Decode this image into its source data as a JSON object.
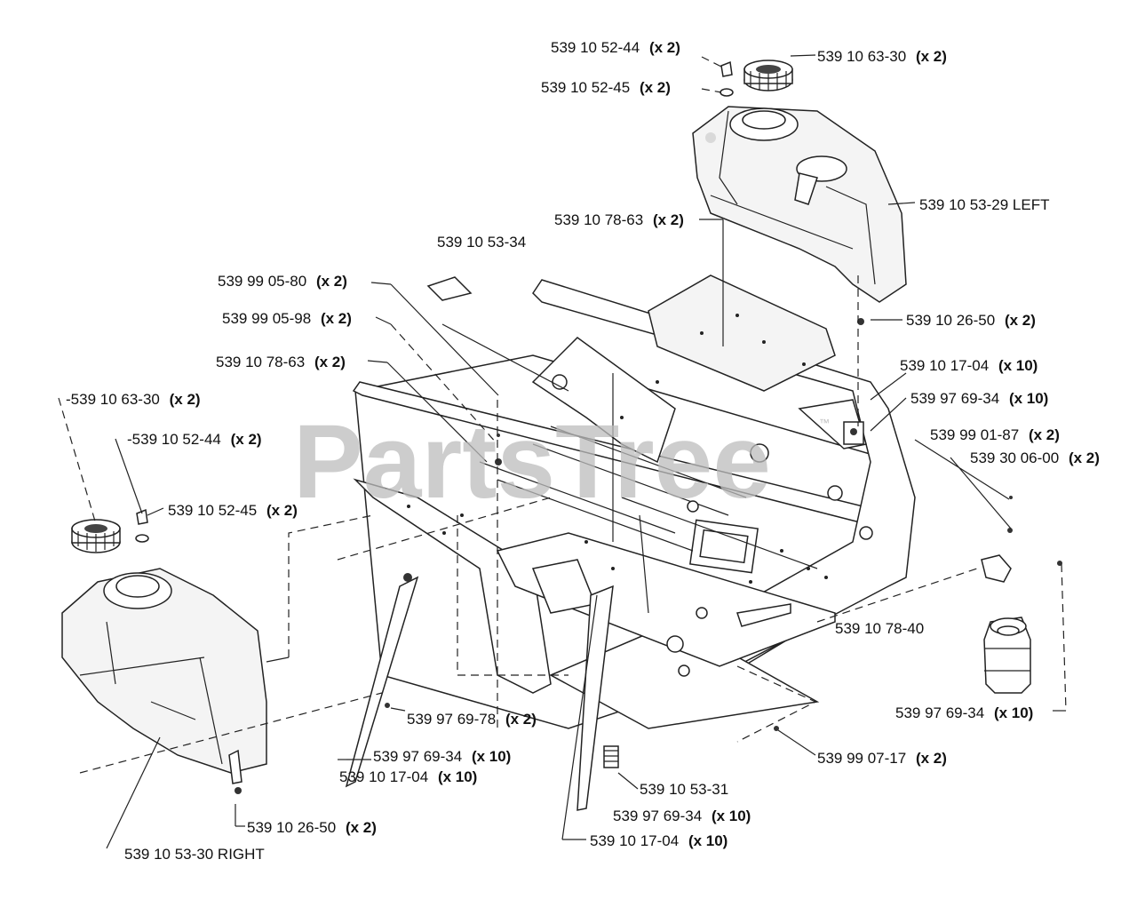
{
  "watermark": {
    "text": "PartsTree",
    "mark": "™"
  },
  "callouts": [
    {
      "id": "c1",
      "part": "539 10 52-44",
      "qty": "(x 2)"
    },
    {
      "id": "c2",
      "part": "539 10 63-30",
      "qty": "(x 2)"
    },
    {
      "id": "c3",
      "part": "539 10 52-45",
      "qty": "(x 2)"
    },
    {
      "id": "c4",
      "part": "539 10 53-29 LEFT",
      "qty": ""
    },
    {
      "id": "c5",
      "part": "539 10 78-63",
      "qty": "(x 2)"
    },
    {
      "id": "c6",
      "part": "539 10 53-34",
      "qty": ""
    },
    {
      "id": "c7",
      "part": "539 99 05-80",
      "qty": "(x 2)"
    },
    {
      "id": "c8",
      "part": "539 10 26-50",
      "qty": "(x 2)"
    },
    {
      "id": "c9",
      "part": "539 99 05-98",
      "qty": "(x 2)"
    },
    {
      "id": "c10",
      "part": "539 10 78-63",
      "qty": "(x 2)"
    },
    {
      "id": "c11",
      "part": "539 10 17-04",
      "qty": "(x 10)"
    },
    {
      "id": "c12",
      "part": "539 97 69-34",
      "qty": "(x 10)"
    },
    {
      "id": "c13",
      "part": "-539 10 63-30",
      "qty": "(x 2)"
    },
    {
      "id": "c14",
      "part": "539 99 01-87",
      "qty": "(x 2)"
    },
    {
      "id": "c15",
      "part": "-539 10 52-44",
      "qty": "(x 2)"
    },
    {
      "id": "c16",
      "part": "539 30 06-00",
      "qty": "(x 2)"
    },
    {
      "id": "c17",
      "part": "539 10 52-45",
      "qty": "(x 2)"
    },
    {
      "id": "c18",
      "part": "539 10 78-40",
      "qty": ""
    },
    {
      "id": "c19",
      "part": "539 97 69-78",
      "qty": "(x 2)"
    },
    {
      "id": "c20",
      "part": "539 97 69-34",
      "qty": "(x 10)"
    },
    {
      "id": "c21",
      "part": "539 97 69-34",
      "qty": "(x 10)"
    },
    {
      "id": "c22",
      "part": "539 99 07-17",
      "qty": "(x 2)"
    },
    {
      "id": "c23",
      "part": "539 10 17-04",
      "qty": "(x 10)"
    },
    {
      "id": "c24",
      "part": "539 10 53-31",
      "qty": ""
    },
    {
      "id": "c25",
      "part": "539 97 69-34",
      "qty": "(x 10)"
    },
    {
      "id": "c26",
      "part": "539 10 26-50",
      "qty": "(x 2)"
    },
    {
      "id": "c27",
      "part": "539 10 17-04",
      "qty": "(x 10)"
    },
    {
      "id": "c28",
      "part": "539 10 53-30 RIGHT",
      "qty": ""
    }
  ]
}
